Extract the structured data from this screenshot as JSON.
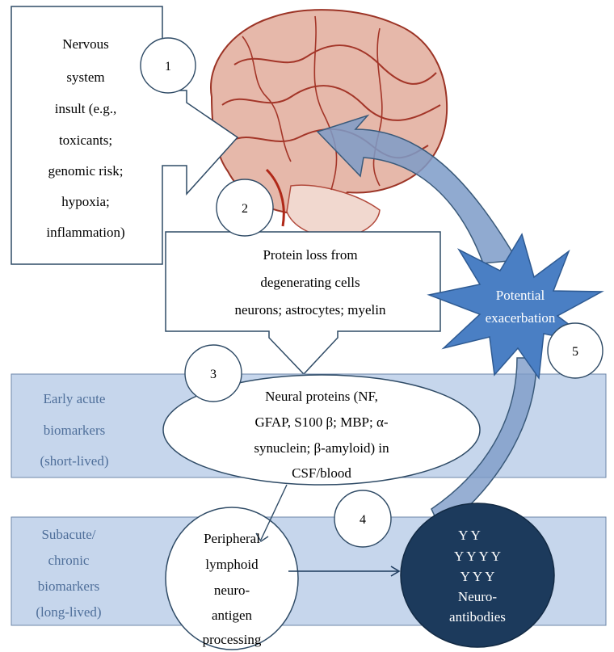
{
  "colors": {
    "band": "#c6d6ec",
    "band_text": "#4f6f9a",
    "star": "#4a7fc4",
    "arrow": "#7d9bc8",
    "dark_ellipse": "#1c3a5c",
    "stroke": "#3a5a7a",
    "brain_red": "#a33528",
    "brain_pale": "#e9c9bd"
  },
  "icons": {
    "brain": "brain-illustration",
    "antibody": "y-glyph"
  },
  "insult_box": {
    "lines": [
      "Nervous",
      "system",
      "insult (e.g.,",
      "toxicants;",
      "genomic risk;",
      "hypoxia;",
      "inflammation)"
    ]
  },
  "protein_loss_box": {
    "lines": [
      "Protein loss from",
      "degenerating cells",
      "neurons; astrocytes; myelin"
    ]
  },
  "exacerbation": {
    "lines": [
      "Potential",
      "exacerbation"
    ]
  },
  "early_band": {
    "lines": [
      "Early acute",
      "biomarkers",
      "(short-lived)"
    ]
  },
  "subacute_band": {
    "lines": [
      "Subacute/",
      "chronic",
      "biomarkers",
      "(long-lived)"
    ]
  },
  "neural_proteins": {
    "lines": [
      "Neural proteins (NF,",
      "GFAP, S100 β; MBP; α-",
      "synuclein; β-amyloid) in",
      "CSF/blood"
    ]
  },
  "lymphoid": {
    "lines": [
      "Peripheral",
      "lymphoid",
      "neuro-",
      "antigen",
      "processing"
    ]
  },
  "antibodies": {
    "lines": [
      "Y Y",
      "Y Y Y Y",
      "Y Y Y",
      "Neuro-",
      "antibodies"
    ]
  },
  "step_numbers": [
    "1",
    "2",
    "3",
    "4",
    "5"
  ]
}
